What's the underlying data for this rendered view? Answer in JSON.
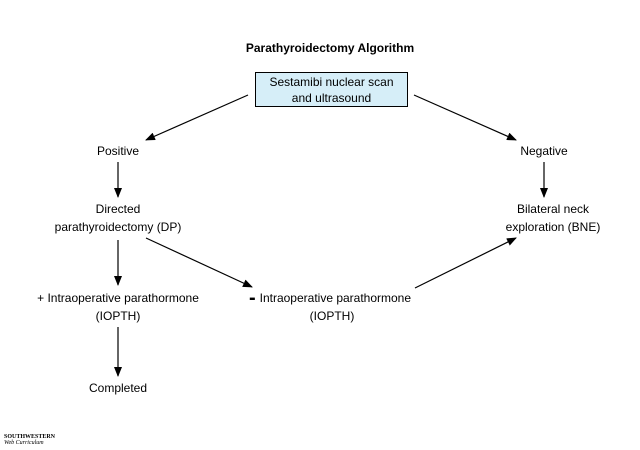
{
  "title": "Parathyroidectomy Algorithm",
  "colors": {
    "start_box_fill": "#d6eef8",
    "line": "#000000"
  },
  "nodes": {
    "start": {
      "line1": "Sestamibi nuclear scan",
      "line2": "and ultrasound"
    },
    "positive": "Positive",
    "negative": "Negative",
    "dp": {
      "line1": "Directed",
      "line2": "parathyroidectomy (DP)"
    },
    "bne": {
      "line1": "Bilateral neck",
      "line2": "exploration (BNE)"
    },
    "plus_iopth": {
      "line1": "+ Intraoperative parathormone",
      "line2": "(IOPTH)"
    },
    "minus_iopth": {
      "sign": "-",
      "line1": "Intraoperative parathormone",
      "line2": "(IOPTH)"
    },
    "completed": "Completed"
  },
  "logo": {
    "top": "SOUTHWESTERN",
    "bottom": "Web Curriculum"
  }
}
